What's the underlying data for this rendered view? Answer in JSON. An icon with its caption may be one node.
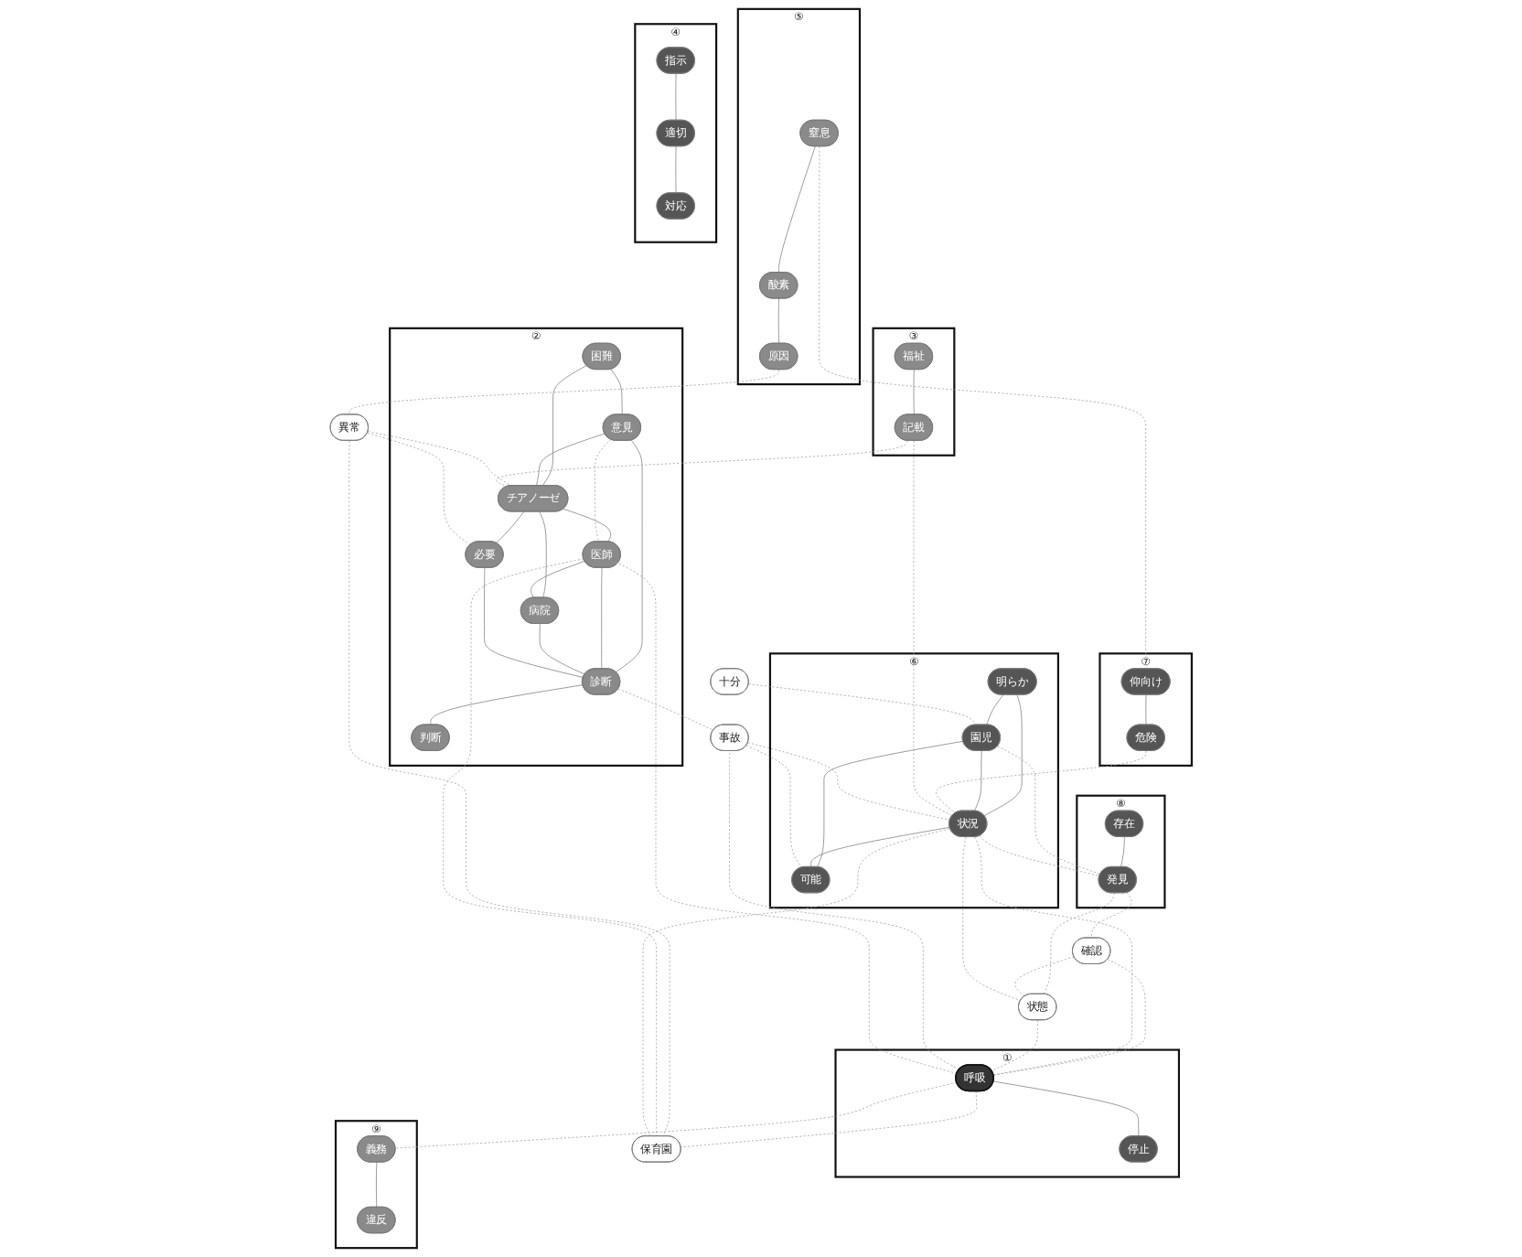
{
  "diagram": {
    "nodes": [
      {
        "text": [
          "⑤"
        ]
      },
      {
        "text": [
          "窒息"
        ],
        "in": 0
      },
      {
        "text": [
          "酸素"
        ],
        "in": 0
      },
      {
        "text": [
          "原因"
        ],
        "in": 0
      },
      {
        "text": [
          "⑦"
        ]
      },
      {
        "text": [
          "仰向け"
        ],
        "in": 4
      },
      {
        "text": [
          "危険"
        ],
        "in": 4
      },
      {
        "text": [
          "④"
        ]
      },
      {
        "text": [
          "指示"
        ],
        "in": 7
      },
      {
        "text": [
          "適切"
        ],
        "in": 7
      },
      {
        "text": [
          "対応"
        ],
        "in": 7
      },
      {
        "text": [
          "十分"
        ]
      },
      {
        "text": [
          "⑥"
        ]
      },
      {
        "text": [
          "明らか"
        ],
        "in": 12
      },
      {
        "text": [
          "園児"
        ],
        "in": 12
      },
      {
        "text": [
          "状況"
        ],
        "in": 12
      },
      {
        "text": [
          "可能"
        ],
        "in": 12
      },
      {
        "text": [
          "⑧"
        ]
      },
      {
        "text": [
          "存在"
        ],
        "in": 17
      },
      {
        "text": [
          "発見"
        ],
        "in": 17
      },
      {
        "text": [
          "確認"
        ]
      },
      {
        "text": [
          "③"
        ]
      },
      {
        "text": [
          "福祉"
        ],
        "in": 21
      },
      {
        "text": [
          "記載"
        ],
        "in": 21
      },
      {
        "text": [
          "異常"
        ]
      },
      {
        "text": [
          "状態"
        ]
      },
      {
        "text": [
          "①"
        ]
      },
      {
        "text": [
          "呼吸"
        ],
        "in": 26
      },
      {
        "text": [
          "停止"
        ],
        "in": 26
      },
      {
        "text": [
          "⑨"
        ]
      },
      {
        "text": [
          "義務"
        ],
        "in": 29
      },
      {
        "text": [
          "違反"
        ],
        "in": 29
      },
      {
        "text": [
          "保育園"
        ]
      },
      {
        "text": [
          "②"
        ]
      },
      {
        "text": [
          "意見"
        ],
        "in": 33
      },
      {
        "text": [
          "困難"
        ],
        "in": 33
      },
      {
        "text": [
          "チアノーゼ"
        ],
        "in": 33
      },
      {
        "text": [
          "医師"
        ],
        "in": 33
      },
      {
        "text": [
          "病院"
        ],
        "in": 33
      },
      {
        "text": [
          "必要"
        ],
        "in": 33
      },
      {
        "text": [
          "診断"
        ],
        "in": 33
      },
      {
        "text": [
          "判断"
        ],
        "in": 33
      },
      {
        "text": [
          "事故"
        ]
      }
    ],
    "edges": [
      {
        "from": 1,
        "to": 2,
        "arrow": "none"
      },
      {
        "from": 2,
        "to": 3,
        "arrow": "none"
      },
      {
        "from": 5,
        "to": 6,
        "arrow": "none"
      },
      {
        "from": 8,
        "to": 9,
        "arrow": "none"
      },
      {
        "from": 9,
        "to": 10,
        "arrow": "none"
      },
      {
        "from": 13,
        "to": 14,
        "arrow": "none"
      },
      {
        "from": 13,
        "to": 15,
        "arrow": "none"
      },
      {
        "from": 14,
        "to": 15,
        "arrow": "none"
      },
      {
        "from": 14,
        "to": 16,
        "arrow": "none"
      },
      {
        "from": 15,
        "to": 16,
        "arrow": "none"
      },
      {
        "from": 18,
        "to": 19,
        "arrow": "none"
      },
      {
        "from": 22,
        "to": 23,
        "arrow": "none"
      },
      {
        "from": 27,
        "to": 28,
        "arrow": "none"
      },
      {
        "from": 30,
        "to": 31,
        "arrow": "none"
      },
      {
        "from": 35,
        "to": 34,
        "arrow": "none"
      },
      {
        "from": 35,
        "to": 36,
        "arrow": "none"
      },
      {
        "from": 34,
        "to": 36,
        "arrow": "none"
      },
      {
        "from": 34,
        "to": 40,
        "arrow": "none"
      },
      {
        "from": 36,
        "to": 37,
        "arrow": "none"
      },
      {
        "from": 36,
        "to": 38,
        "arrow": "none"
      },
      {
        "from": 36,
        "to": 39,
        "arrow": "none"
      },
      {
        "from": 37,
        "to": 38,
        "arrow": "none"
      },
      {
        "from": 37,
        "to": 40,
        "arrow": "none"
      },
      {
        "from": 38,
        "to": 40,
        "arrow": "none"
      },
      {
        "from": 39,
        "to": 40,
        "arrow": "none"
      },
      {
        "from": 40,
        "to": 41,
        "arrow": "none"
      },
      {
        "from": 1,
        "to": 5,
        "arrow": "none",
        "style": "dashed"
      },
      {
        "from": 6,
        "to": 15,
        "arrow": "none",
        "style": "dashed"
      },
      {
        "from": 11,
        "to": 14,
        "arrow": "none",
        "style": "dashed"
      },
      {
        "from": 3,
        "to": 24,
        "arrow": "none",
        "style": "dashed"
      },
      {
        "from": 23,
        "to": 15,
        "arrow": "none",
        "style": "dashed"
      },
      {
        "from": 14,
        "to": 19,
        "arrow": "none",
        "style": "dashed"
      },
      {
        "from": 15,
        "to": 19,
        "arrow": "none",
        "style": "dashed"
      },
      {
        "from": 19,
        "to": 20,
        "arrow": "none",
        "style": "dashed"
      },
      {
        "from": 19,
        "to": 25,
        "arrow": "none",
        "style": "dashed"
      },
      {
        "from": 20,
        "to": 25,
        "arrow": "none",
        "style": "dashed"
      },
      {
        "from": 20,
        "to": 27,
        "arrow": "none",
        "style": "dashed"
      },
      {
        "from": 15,
        "to": 25,
        "arrow": "none",
        "style": "dashed"
      },
      {
        "from": 15,
        "to": 27,
        "arrow": "none",
        "style": "dashed"
      },
      {
        "from": 25,
        "to": 27,
        "arrow": "none",
        "style": "dashed"
      },
      {
        "from": 27,
        "to": 30,
        "arrow": "none",
        "style": "dashed"
      },
      {
        "from": 27,
        "to": 42,
        "arrow": "none",
        "style": "dashed"
      },
      {
        "from": 27,
        "to": 32,
        "arrow": "none",
        "style": "dashed"
      },
      {
        "from": 27,
        "to": 37,
        "arrow": "none",
        "style": "dashed"
      },
      {
        "from": 24,
        "to": 36,
        "arrow": "none",
        "style": "dashed"
      },
      {
        "from": 24,
        "to": 32,
        "arrow": "none",
        "style": "dashed"
      },
      {
        "from": 37,
        "to": 32,
        "arrow": "none",
        "style": "dashed"
      },
      {
        "from": 32,
        "to": 15,
        "arrow": "none",
        "style": "dashed"
      },
      {
        "from": 42,
        "to": 15,
        "arrow": "none",
        "style": "dashed"
      },
      {
        "from": 40,
        "to": 42,
        "arrow": "none",
        "style": "dashed"
      },
      {
        "from": 42,
        "to": 16,
        "arrow": "none",
        "style": "dashed"
      },
      {
        "from": 34,
        "to": 37,
        "arrow": "none",
        "style": "dashed"
      },
      {
        "from": 39,
        "to": 24,
        "arrow": "none",
        "style": "dashed"
      },
      {
        "from": 23,
        "to": 36,
        "arrow": "none",
        "style": "dashed"
      }
    ]
  }
}
